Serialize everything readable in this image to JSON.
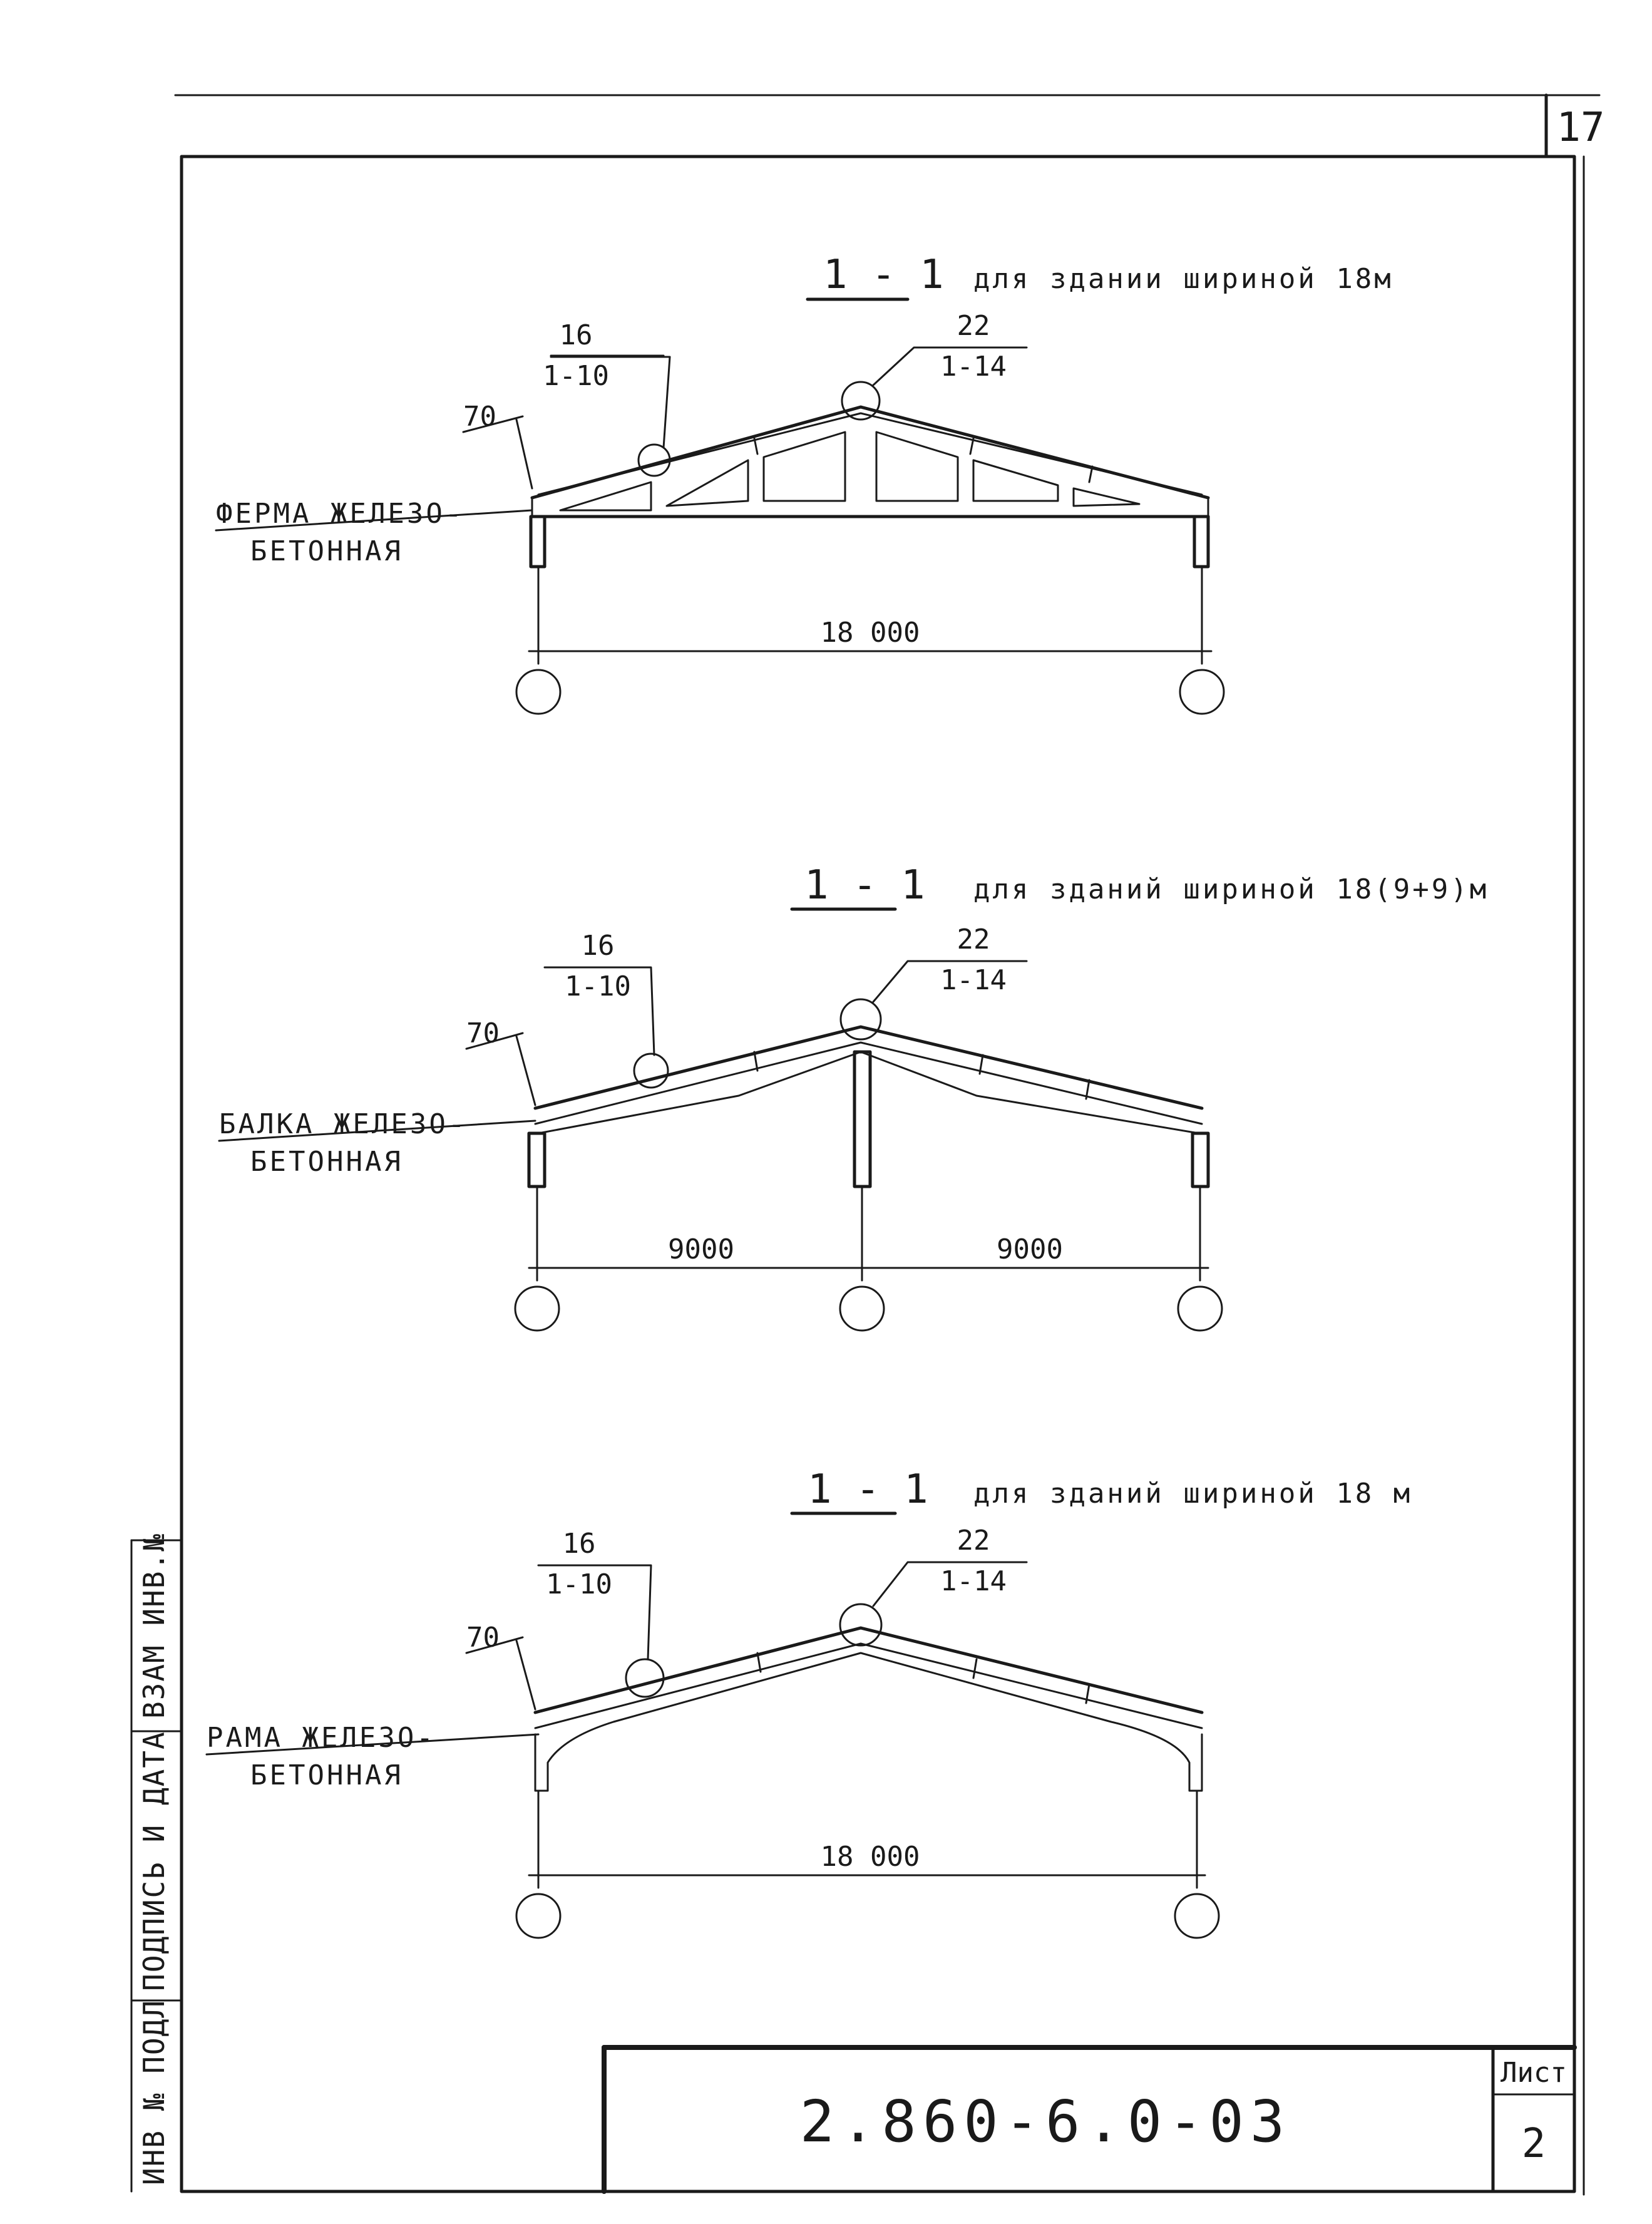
{
  "page": {
    "number": "17"
  },
  "stamp": {
    "inv_original": "ИНВ № ПОДЛ",
    "signature_date": "ПОДПИСЬ И ДАТА",
    "replaces_inv": "ВЗАМ ИНВ.№"
  },
  "sections": [
    {
      "mark": "1 - 1",
      "title": "для здании шириной 18м",
      "callouts": [
        {
          "top": "16",
          "bottom": "1-10"
        },
        {
          "top": "22",
          "bottom": "1-14"
        }
      ],
      "dim_small": "70",
      "label_line1": "ФЕРМА ЖЕЛЕЗО-",
      "label_line2": "БЕТОННАЯ",
      "span": "18 000"
    },
    {
      "mark": "1 - 1",
      "title": "для зданий шириной 18(9+9)м",
      "callouts": [
        {
          "top": "16",
          "bottom": "1-10"
        },
        {
          "top": "22",
          "bottom": "1-14"
        }
      ],
      "dim_small": "70",
      "label_line1": "БАЛКА ЖЕЛЕЗО-",
      "label_line2": "БЕТОННАЯ",
      "span_left": "9000",
      "span_right": "9000"
    },
    {
      "mark": "1 - 1",
      "title": "для зданий шириной 18 м",
      "callouts": [
        {
          "top": "16",
          "bottom": "1-10"
        },
        {
          "top": "22",
          "bottom": "1-14"
        }
      ],
      "dim_small": "70",
      "label_line1": "РАМА ЖЕЛЕЗО-",
      "label_line2": "БЕТОННАЯ",
      "span": "18 000"
    }
  ],
  "title_block": {
    "code": "2.860-6.0-03",
    "sheet_label": "Лист",
    "sheet_number": "2"
  }
}
